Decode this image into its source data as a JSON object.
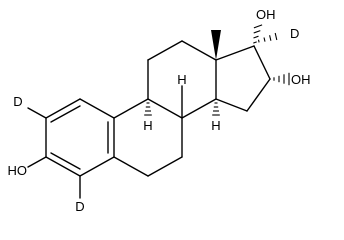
{
  "molecule": {
    "labels": {
      "d_c2": "D",
      "ho_c3": "HO",
      "d_c4": "D",
      "h_c9": "H",
      "h_c8": "H",
      "h_c14": "H",
      "oh_c17": "OH",
      "d_c17": "D",
      "oh_c16": "OH"
    }
  }
}
